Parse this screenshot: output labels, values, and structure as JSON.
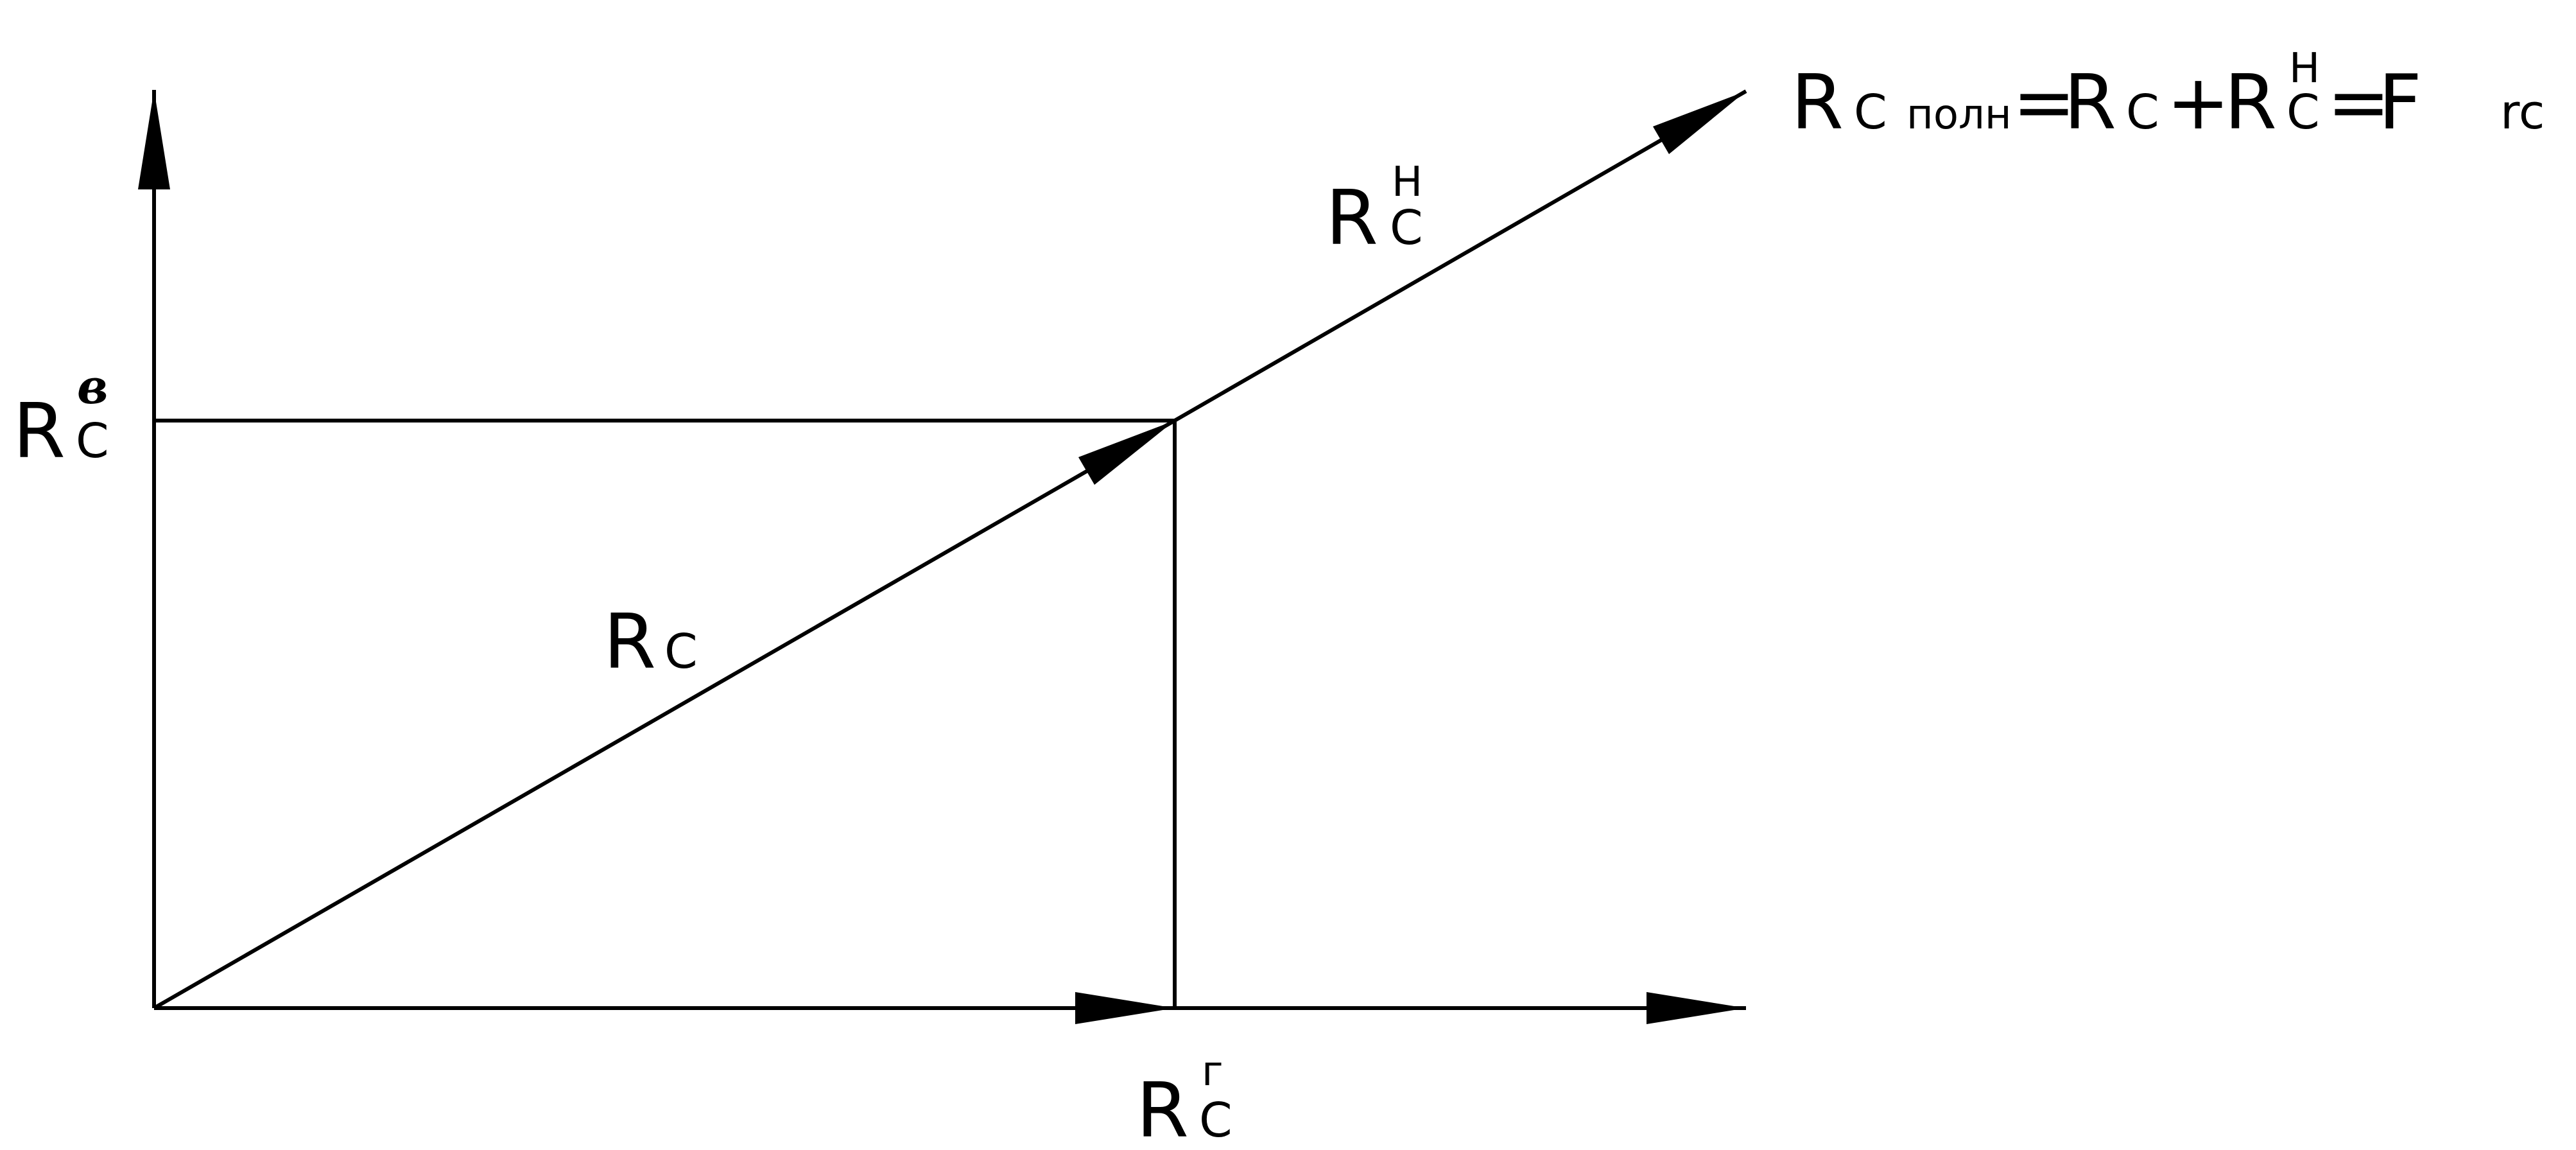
{
  "diagram": {
    "stroke_color": "#000000",
    "background": "#ffffff",
    "labels": {
      "rc_vertical": {
        "base": "R",
        "sub": "C",
        "sup": "в"
      },
      "rc_horizontal": {
        "base": "R",
        "sub": "C",
        "sup": "г"
      },
      "rc_vector": {
        "base": "R",
        "sub": "C"
      },
      "rc_n": {
        "base": "R",
        "sub": "C",
        "sup": "Н"
      },
      "formula": {
        "r1": "R",
        "c1": "C",
        "poln": "полн",
        "eq1": "=",
        "r2": "R",
        "c2": "C",
        "plus": "+",
        "r3": "R",
        "c3": "C",
        "h3": "Н",
        "eq2": "=",
        "f": "F",
        "rc": "rc"
      }
    }
  }
}
